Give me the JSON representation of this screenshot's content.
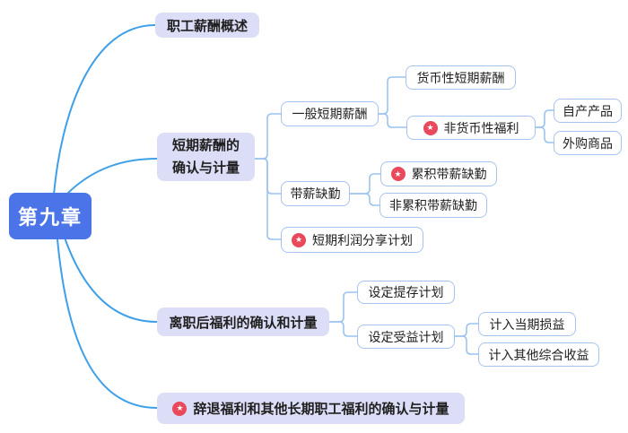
{
  "colors": {
    "root_bg": "#4b74e8",
    "root_text": "#ffffff",
    "branch_bg": "#dcddf6",
    "leaf_border": "#a6c3ef",
    "node_text": "#1f1f1f",
    "root_curve": "#3fa0e8",
    "elbow_line": "#9cc3f0",
    "star_bg": "#e9495a"
  },
  "icons": {
    "star": "★"
  },
  "mindmap": {
    "root": {
      "label": "第九章"
    },
    "branches": [
      {
        "label": "职工薪酬概述"
      },
      {
        "label": "短期薪酬的确认与计量",
        "children": [
          {
            "label": "一般短期薪酬",
            "children": [
              {
                "label": "货币性短期薪酬"
              },
              {
                "label": "非货币性福利",
                "starred": true,
                "children": [
                  {
                    "label": "自产产品"
                  },
                  {
                    "label": "外购商品"
                  }
                ]
              }
            ]
          },
          {
            "label": "带薪缺勤",
            "children": [
              {
                "label": "累积带薪缺勤",
                "starred": true
              },
              {
                "label": "非累积带薪缺勤"
              }
            ]
          },
          {
            "label": "短期利润分享计划",
            "starred": true
          }
        ]
      },
      {
        "label": "离职后福利的确认和计量",
        "children": [
          {
            "label": "设定提存计划"
          },
          {
            "label": "设定受益计划",
            "children": [
              {
                "label": "计入当期损益"
              },
              {
                "label": "计入其他综合收益"
              }
            ]
          }
        ]
      },
      {
        "label": "辞退福利和其他长期职工福利的确认与计量",
        "starred": true
      }
    ]
  }
}
